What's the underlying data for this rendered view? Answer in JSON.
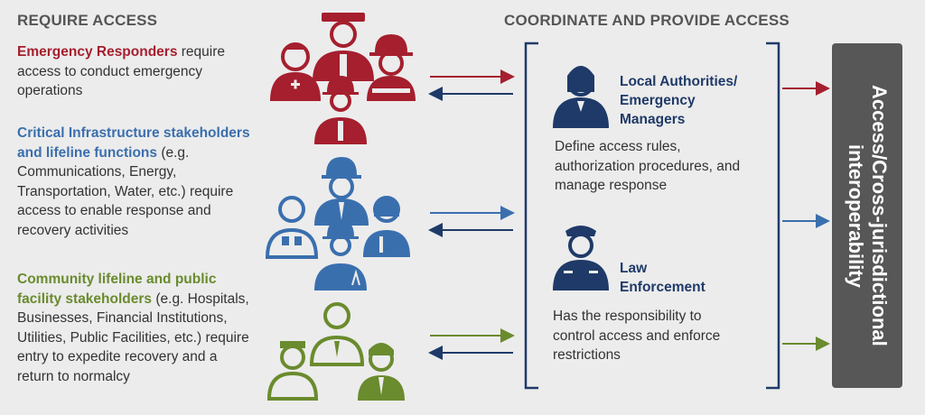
{
  "headings": {
    "left": "REQUIRE ACCESS",
    "right": "COORDINATE AND PROVIDE ACCESS"
  },
  "colors": {
    "red": "#a51f2e",
    "blue": "#3a6fae",
    "green": "#6a8b2e",
    "navy": "#1f3a68",
    "bar": "#575757"
  },
  "groups": [
    {
      "lead": "Emergency Responders",
      "rest": " require access to conduct emergency operations",
      "color": "#a51f2e",
      "icons": [
        "nurse-icon",
        "firefighter-chief-icon",
        "firefighter-icon",
        "responder-helmet-icon"
      ]
    },
    {
      "lead": "Critical Infrastructure stakeholders and lifeline functions",
      "rest": " (e.g. Communications, Energy, Transportation, Water, etc.) require access to enable response and recovery activities",
      "color": "#3a6fae",
      "icons": [
        "hardhat-worker-icon",
        "electric-worker-icon",
        "woman-worker-icon",
        "tower-worker-icon"
      ]
    },
    {
      "lead": "Community lifeline and public facility stakeholders",
      "rest": " (e.g. Hospitals, Businesses, Financial Institutions, Utilities, Public Facilities, etc.) require entry to expedite recovery and a return to normalcy",
      "color": "#6a8b2e",
      "icons": [
        "businessman-icon",
        "nurse-icon",
        "businessman-mustache-icon"
      ]
    }
  ],
  "roles": [
    {
      "title_lines": [
        "Local Authorities/",
        "Emergency",
        "Managers"
      ],
      "desc": "Define access rules, authorization procedures, and manage response",
      "icon": "manager-woman-icon"
    },
    {
      "title_lines": [
        "Law",
        "Enforcement"
      ],
      "desc": "Has the responsibility to control access and enforce restrictions",
      "icon": "police-officer-icon"
    }
  ],
  "result": {
    "line1": "Access/Cross-jurisdictional",
    "line2": "interoperability"
  }
}
